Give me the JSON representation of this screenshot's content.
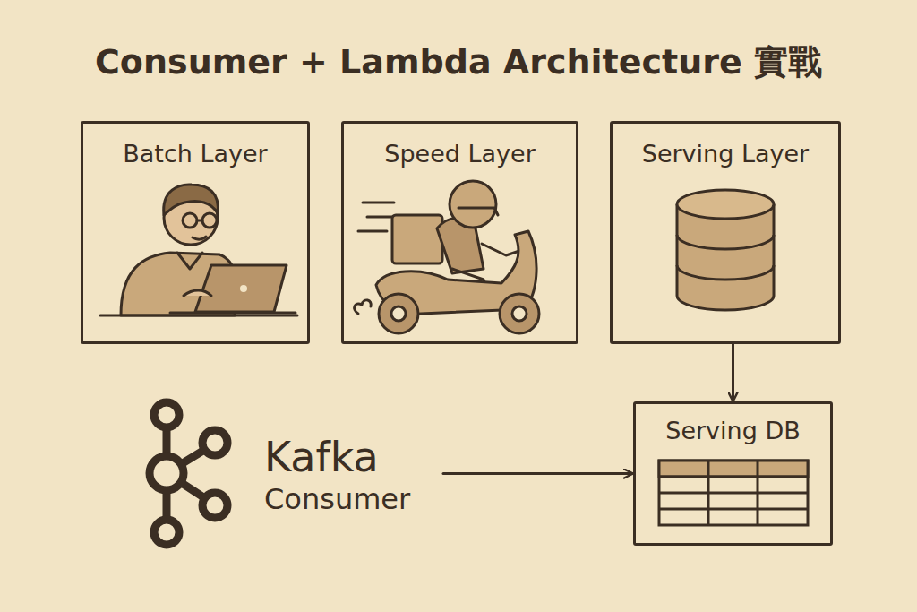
{
  "diagram": {
    "title": "Consumer + Lambda Architecture 實戰",
    "nodes": [
      {
        "text": [
          "Batch Layer"
        ]
      },
      {
        "text": [
          "Speed Layer"
        ]
      },
      {
        "text": [
          "Serving Layer"
        ]
      },
      {
        "text": [
          "Kafka",
          "Consumer"
        ]
      },
      {
        "text": [
          "Serving DB"
        ]
      }
    ],
    "edges": [
      {
        "from": 2,
        "to": 4,
        "arrow": "to"
      },
      {
        "from": 3,
        "to": 4,
        "arrow": "to"
      }
    ]
  }
}
